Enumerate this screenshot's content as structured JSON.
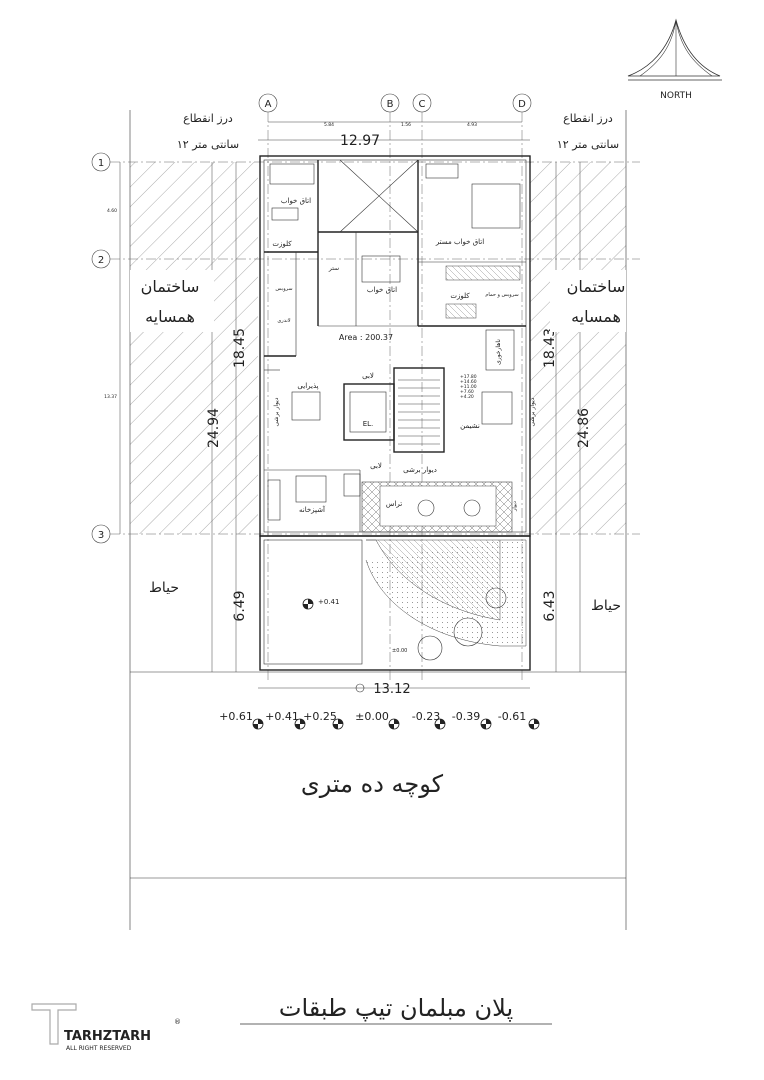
{
  "north_label": "NORTH",
  "axes": {
    "columns": [
      "A",
      "B",
      "C",
      "D"
    ],
    "rows": [
      "1",
      "2",
      "3"
    ],
    "col_dims": [
      "5.84",
      "1.56",
      "4.93"
    ],
    "row_dims": [
      "4.60",
      "13.37"
    ]
  },
  "top_notes": {
    "left_line1": "درز انقطاع",
    "left_line2": "۱۲ سانتی متر",
    "right_line1": "درز انقطاع",
    "right_line2": "۱۲ سانتی متر"
  },
  "neighbors": {
    "left_line1": "ساختمان",
    "left_line2": "همسایه",
    "right_line1": "ساختمان",
    "right_line2": "همسایه"
  },
  "yards": {
    "left": "حیاط",
    "right": "حیاط"
  },
  "dimensions": {
    "top_width": "12.97",
    "bottom_width": "13.12",
    "left_total": "24.94",
    "left_building": "18.45",
    "left_yard": "6.49",
    "right_total": "24.86",
    "right_building": "18.43",
    "right_yard": "6.43"
  },
  "rooms": {
    "bedroom_1": "اتاق خواب",
    "closet_1": "کلوزت",
    "bedroom_2": "اتاق خواب",
    "master_bedroom": "اتاق خواب مستر",
    "closet_2": "کلوزت",
    "bath_shower": "سرویس و حمام",
    "toilet": "سرویس",
    "laundry": "لاندری",
    "storage": "ستر",
    "area": "Area : 200.37",
    "reception": "پذیرایی",
    "lobby_1": "لابی",
    "lobby_2": "لابی",
    "elevator": "EL.",
    "living": "نشیمن",
    "dining": "ناهارخوری",
    "kitchen": "آشپزخانه",
    "terrace": "تراس",
    "partition_wall": "دیوار برشی",
    "partition_left": "دیوار برشی",
    "partition_right": "دیوار برشی",
    "stair_levels": [
      "+17.80",
      "+14.60",
      "+11.00",
      "+7.60",
      "+4.20"
    ],
    "yard_level": "+0.41",
    "entry_level": "±0.00",
    "partition_small": "دیوار"
  },
  "level_markers": [
    "+0.61",
    "+0.41",
    "+0.25",
    "±0.00",
    "-0.23",
    "-0.39",
    "-0.61"
  ],
  "street_label": "کوچه ده متری",
  "plan_title": "پلان مبلمان تیپ طبقات",
  "brand": {
    "name": "TARHZTARH",
    "sub": "ALL RIGHT RESERVED",
    "mark": "®"
  }
}
